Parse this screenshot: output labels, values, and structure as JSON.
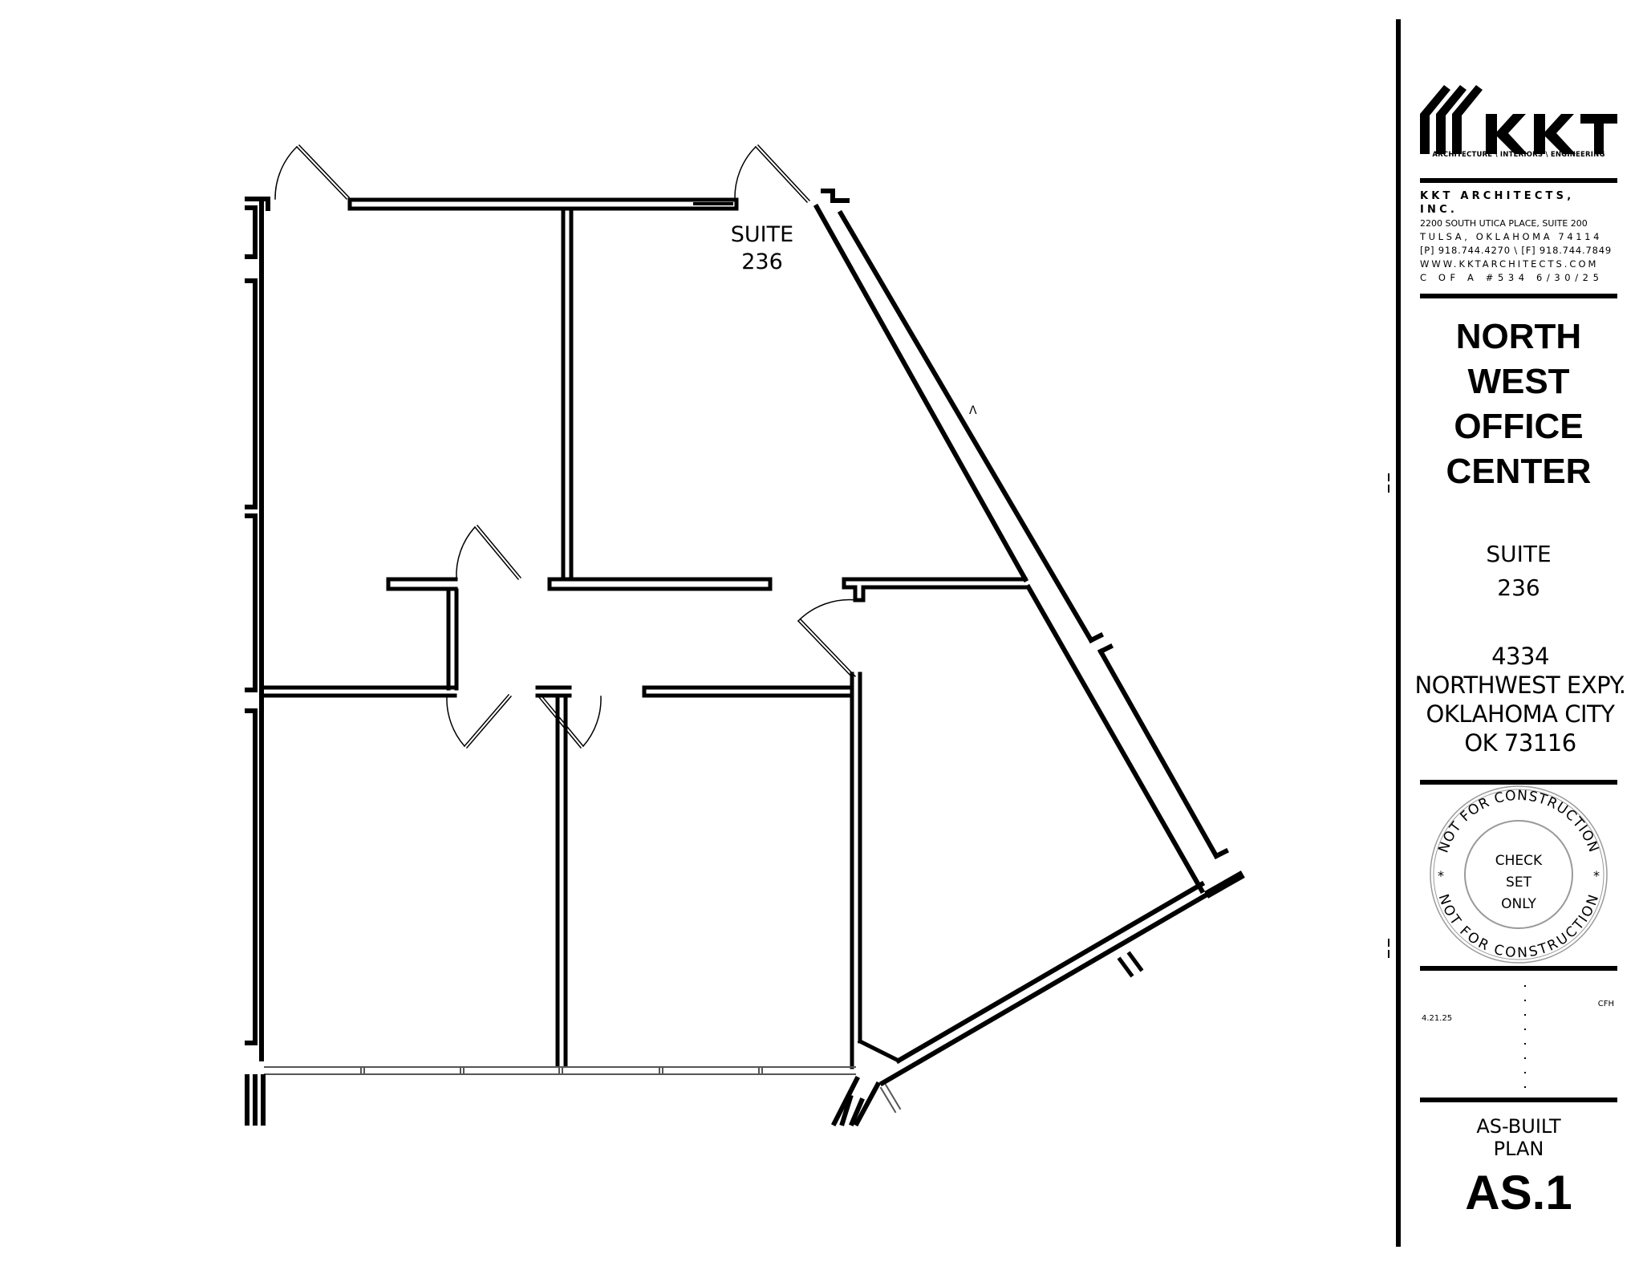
{
  "drawing": {
    "type": "architectural floor plan",
    "room_label": {
      "line1": "SUITE",
      "line2": "236"
    },
    "north_mark": "Λ"
  },
  "title_block": {
    "logo": {
      "letters": "KKT",
      "tagline": "ARCHITECTURE \\ INTERIORS \\ ENGINEERING"
    },
    "firm": {
      "name": "KKT ARCHITECTS, INC.",
      "street": "2200 SOUTH UTICA PLACE, SUITE 200",
      "city": "TULSA, OKLAHOMA 74114",
      "phones": "[P] 918.744.4270 \\ [F] 918.744.7849",
      "website": "WWW.KKTARCHITECTS.COM",
      "certificate": "C OF A #534 6/30/25"
    },
    "project": {
      "line1": "NORTH",
      "line2": "WEST",
      "line3": "OFFICE",
      "line4": "CENTER"
    },
    "suite": {
      "line1": "SUITE",
      "line2": "236"
    },
    "address": {
      "line1": "4334",
      "line2": "NORTHWEST EXPY.",
      "line3": "OKLAHOMA CITY",
      "line4": "OK 73116"
    },
    "stamp": {
      "ring_text_top": "NOT FOR CONSTRUCTION",
      "ring_text_bottom": "NOT FOR CONSTRUCTION",
      "separator": "*",
      "center_line1": "CHECK",
      "center_line2": "SET",
      "center_line3": "ONLY"
    },
    "revisions": {
      "date": "4.21.25",
      "initials": "CFH"
    },
    "sheet": {
      "title_line1": "AS-BUILT",
      "title_line2": "PLAN",
      "number": "AS.1"
    }
  },
  "colors": {
    "ink": "#000000",
    "paper": "#ffffff",
    "stamp_ring": "#9a9a9a",
    "glazing": "#7a7a7a"
  }
}
